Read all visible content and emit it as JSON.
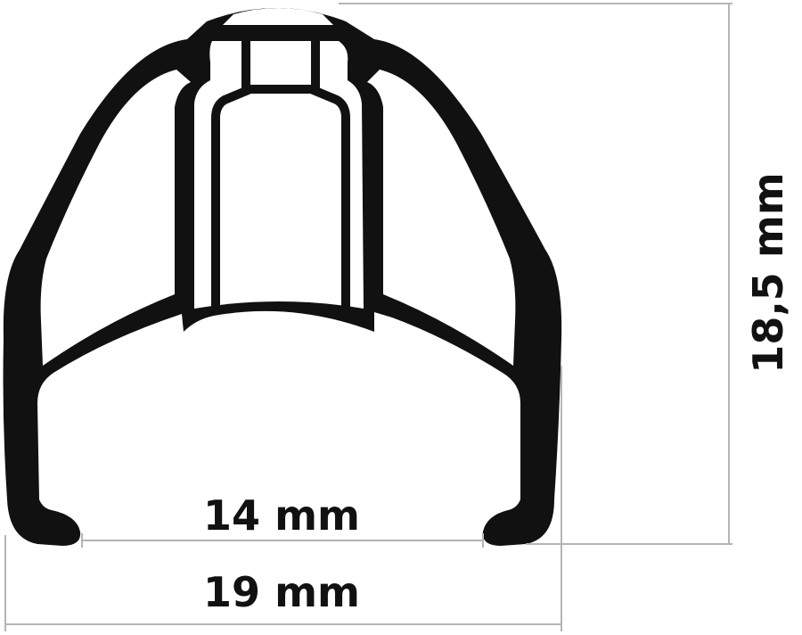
{
  "labels": {
    "inner_width": "14 mm",
    "outer_width": "19 mm",
    "height": "18,5 mm"
  },
  "colors": {
    "profile": "#111111",
    "dimension_lines": "#b5b5b5",
    "background": "#ffffff"
  }
}
